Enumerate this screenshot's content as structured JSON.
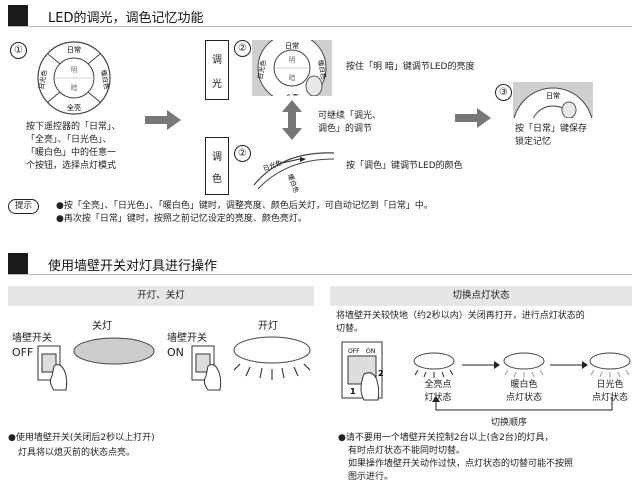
{
  "section1": {
    "title": "LED的调光，调色记忆功能",
    "step1": {
      "num": "①",
      "remote_labels": [
        "日常",
        "全亮",
        "日光色",
        "暖白色",
        "明",
        "暗"
      ],
      "desc": [
        "按下遥控器的「日常」、",
        "「全亮」、「日光色」、",
        "「暖白色」中的任意一",
        "个按钮，选择点灯模式"
      ]
    },
    "step2a": {
      "num": "②",
      "box_chars": [
        "调",
        "光"
      ],
      "remote_labels": [
        "日常",
        "全亮",
        "日光色",
        "暖白色",
        "明",
        "暗"
      ],
      "desc": "按住「明 暗」键调节LED的亮度"
    },
    "middle_note": [
      "可继续「调光、",
      "调色」的调节"
    ],
    "step2b": {
      "num": "②",
      "box_chars": [
        "调",
        "色"
      ],
      "remote_labels": [
        "日光色",
        "暖白色"
      ],
      "desc": "按「调色」键调节LED的颜色"
    },
    "step3": {
      "num": "③",
      "remote_label": "日常",
      "desc": [
        "按「日常」键保存",
        "锁定记忆"
      ]
    },
    "tip_label": "提示",
    "tip_lines": [
      "●按「全亮」、「日光色」、「暖白色」键时，调整亮度、颜色后关灯，可自动记忆到「日常」中。",
      "●再次按「日常」键时，按照之前记忆设定的亮度、颜色亮灯。"
    ]
  },
  "section2": {
    "title": "使用墙壁开关对灯具进行操作",
    "left_panel": {
      "header": "开灯、关灯",
      "switch_label": "墙壁开关",
      "off_label": "OFF",
      "on_label": "ON",
      "light_off": "关灯",
      "light_on": "开灯",
      "note": [
        "●使用墙壁开关(关闭后2秒以上打开)",
        "灯具将以熄灭前的状态点亮。"
      ]
    },
    "right_panel": {
      "header": "切换点灯状态",
      "intro": [
        "将墙壁开关较快地（约2秒以内）关闭再打开，进行点灯状态的",
        "切替。"
      ],
      "switch_marks": [
        "OFF",
        "ON",
        "1",
        "2"
      ],
      "states": [
        [
          "全亮点",
          "灯状态"
        ],
        [
          "暖白色",
          "点灯状态"
        ],
        [
          "日光色",
          "点灯状态"
        ]
      ],
      "cycle_label": "切换顺序",
      "note": [
        "●请不要用一个墙壁开关控制2台以上(含2台)的灯具，",
        "有时点灯状态不能同时切替。",
        "如果操作墙壁开关动作过快，点灯状态的切替可能不按照",
        "图示进行。"
      ]
    }
  }
}
